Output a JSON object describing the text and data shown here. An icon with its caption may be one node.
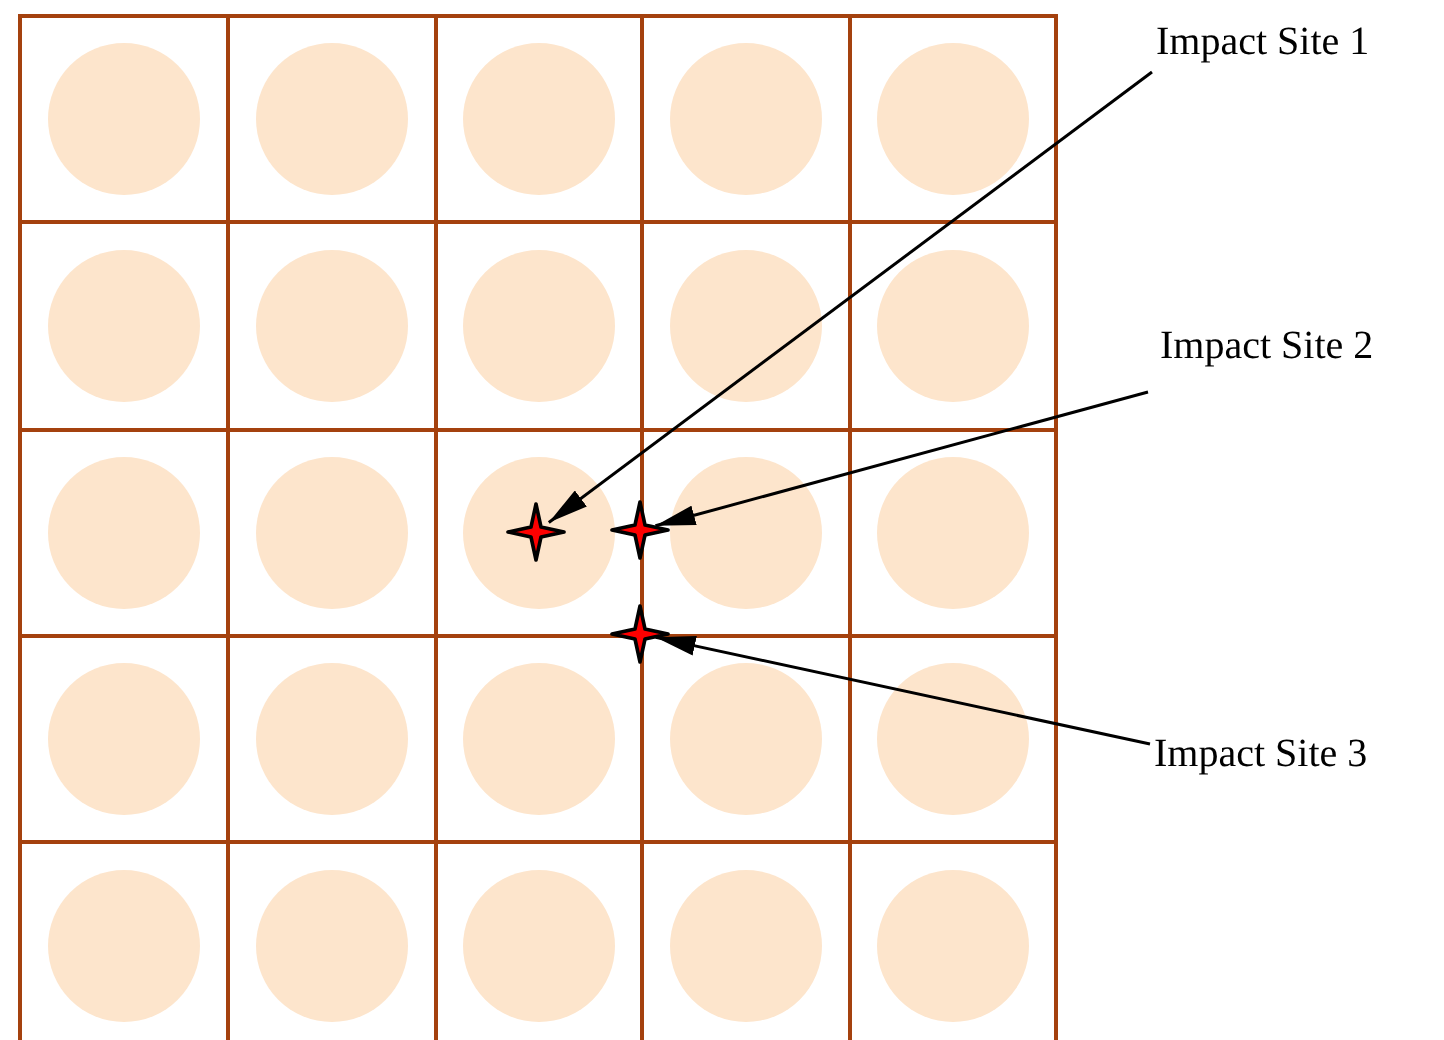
{
  "diagram": {
    "nodes": [
      {
        "text": [
          "Impact Site 1"
        ]
      },
      {
        "text": [
          "Impact Site 2"
        ]
      },
      {
        "text": [
          "Impact Site 3"
        ]
      },
      {
        "text": [],
        "shape": "star"
      },
      {
        "text": [],
        "shape": "star"
      },
      {
        "text": [],
        "shape": "star"
      }
    ],
    "edges": [
      {
        "from": 0,
        "to": 3,
        "arrow": "to"
      },
      {
        "from": 1,
        "to": 4,
        "arrow": "to"
      },
      {
        "from": 2,
        "to": 5,
        "arrow": "to"
      }
    ]
  }
}
